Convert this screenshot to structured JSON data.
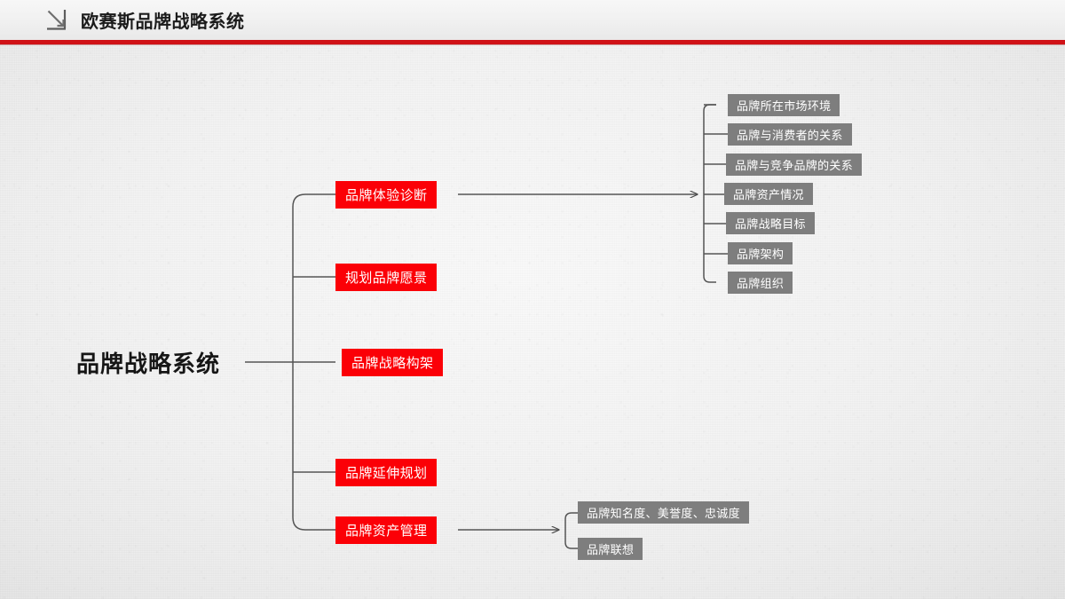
{
  "header": {
    "icon": "diagonal-arrow-corner-icon",
    "title": "欧赛斯品牌战略系统",
    "accent_color": "#d01217"
  },
  "diagram": {
    "type": "mind-map",
    "root": {
      "label": "品牌战略系统"
    },
    "branch_color": "#fb0007",
    "leaf_color": "#7e7e7e",
    "branches": [
      {
        "label": "品牌体验诊断",
        "children": [
          "品牌所在市场环境",
          "品牌与消费者的关系",
          "品牌与竞争品牌的关系",
          "品牌资产情况",
          "品牌战略目标",
          "品牌架构",
          "品牌组织"
        ]
      },
      {
        "label": "规划品牌愿景",
        "children": []
      },
      {
        "label": "品牌战略构架",
        "children": []
      },
      {
        "label": "品牌延伸规划",
        "children": []
      },
      {
        "label": "品牌资产管理",
        "children": [
          "品牌知名度、美誉度、忠诚度",
          "品牌联想"
        ]
      }
    ]
  }
}
